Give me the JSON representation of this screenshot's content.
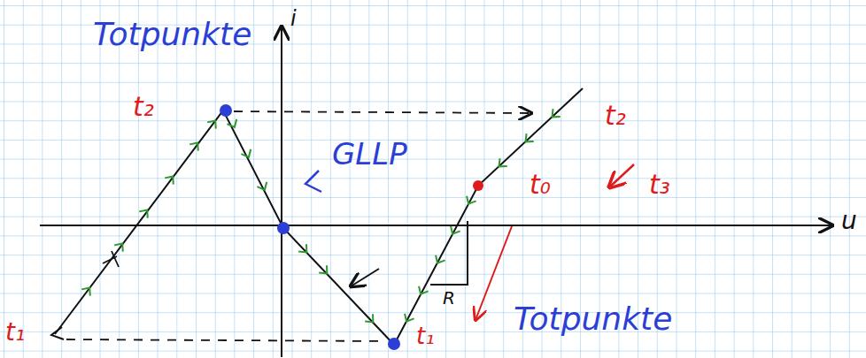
{
  "diagram": {
    "labels": [
      "Totpunkte",
      "t₂",
      "GLLP",
      "t₂",
      "t₀",
      "t₃",
      "t₁",
      "t₁",
      "R",
      "Totpunkte",
      "i",
      "u"
    ]
  }
}
